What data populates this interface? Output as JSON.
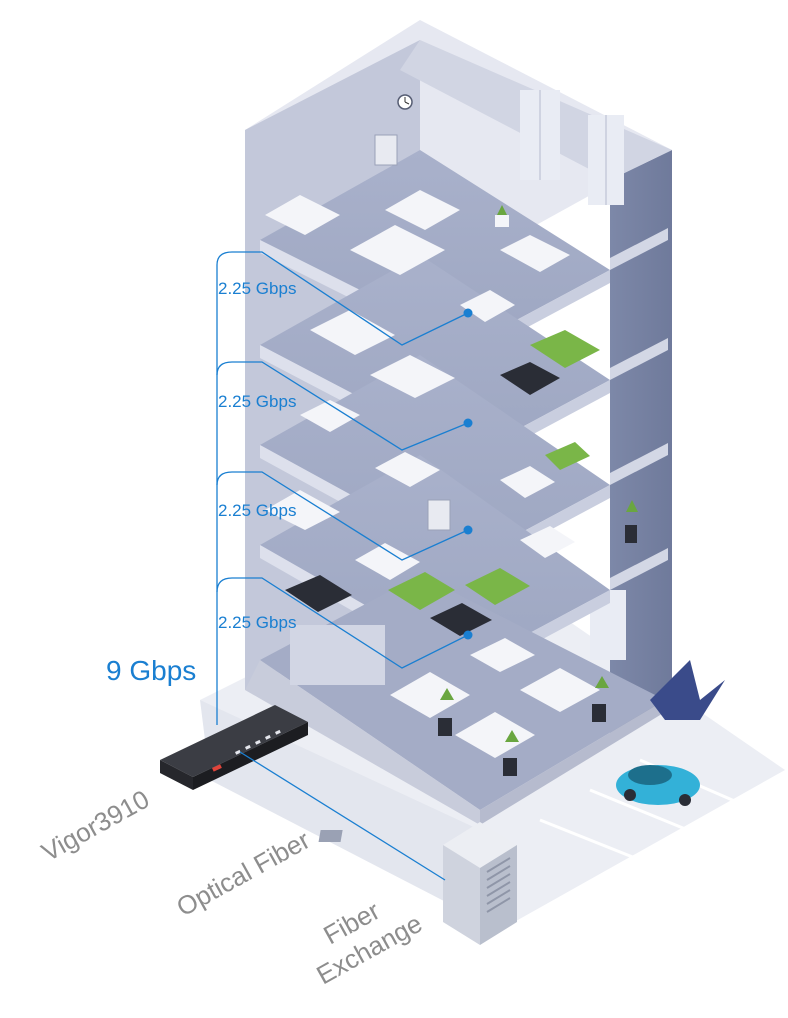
{
  "diagram": {
    "floor_links": [
      {
        "label": "2.25 Gbps"
      },
      {
        "label": "2.25 Gbps"
      },
      {
        "label": "2.25 Gbps"
      },
      {
        "label": "2.25 Gbps"
      }
    ],
    "total_bandwidth": "9 Gbps",
    "router_label": "Vigor3910",
    "fiber_label": "Optical Fiber",
    "exchange_label_line1": "Fiber",
    "exchange_label_line2": "Exchange"
  },
  "colors": {
    "link_blue": "#1a7fd1",
    "building_wall": "#8e98b6",
    "floor_slab": "#d7dbea",
    "furniture_white": "#f4f5f9",
    "sofa_green": "#7ab648",
    "label_gray": "#8d8d8d"
  }
}
